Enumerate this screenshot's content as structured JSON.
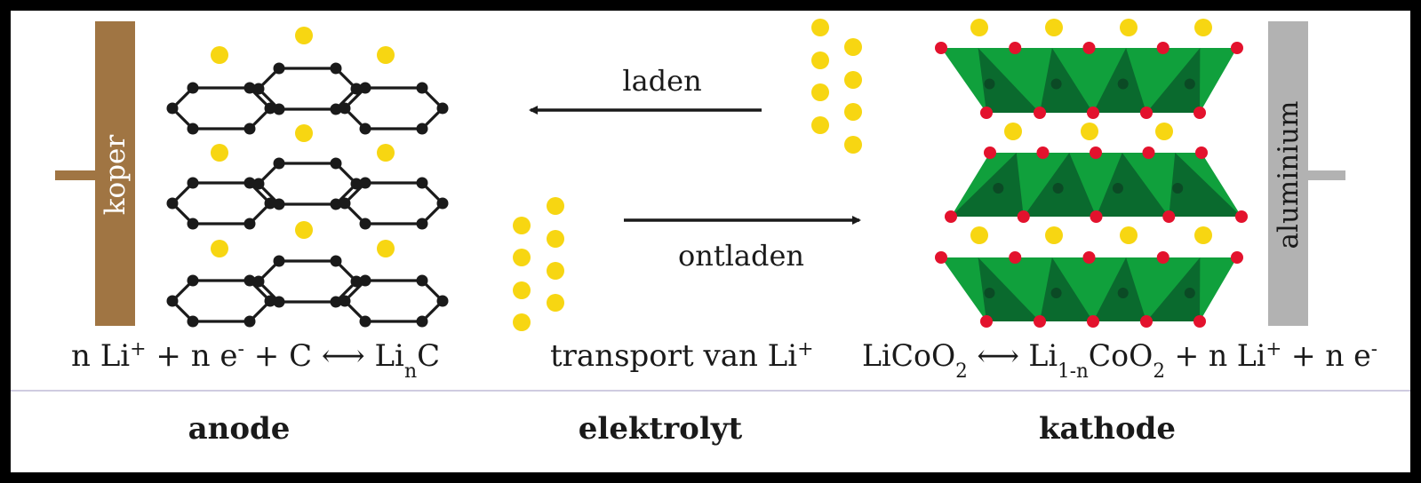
{
  "colors": {
    "copper": "#a07543",
    "aluminium": "#b2b2b2",
    "lithium_ion": "#f7d612",
    "carbon": "#1a1a1a",
    "octahedron_light": "#10a03c",
    "octahedron_dark": "#0a6a2e",
    "oxygen": "#e3122d",
    "cobalt": "#0b4a25",
    "divider": "#bfbcd6"
  },
  "labels": {
    "copper_collector": "koper",
    "aluminium_collector": "aluminium",
    "charge": "laden",
    "discharge": "ontladen"
  },
  "equations": {
    "anode": {
      "p1": "n Li",
      "sup1": "+",
      "p2": " + n e",
      "sup2": "-",
      "p3": " + C ",
      "arrow": "⟷",
      "p4": " Li",
      "sub": "n",
      "p5": "C"
    },
    "electrolyte": {
      "text": "transport van Li",
      "sup": "+"
    },
    "cathode": {
      "p1": "LiCoO",
      "sub1": "2",
      "arrow": " ⟷ ",
      "p2": "Li",
      "sub2": "1-n",
      "p3": "CoO",
      "sub3": "2",
      "p4": " + n Li",
      "sup1": "+",
      "p5": " + n e",
      "sup2": "-"
    }
  },
  "sections": {
    "anode": "anode",
    "electrolyte": "elektrolyt",
    "cathode": "kathode"
  }
}
